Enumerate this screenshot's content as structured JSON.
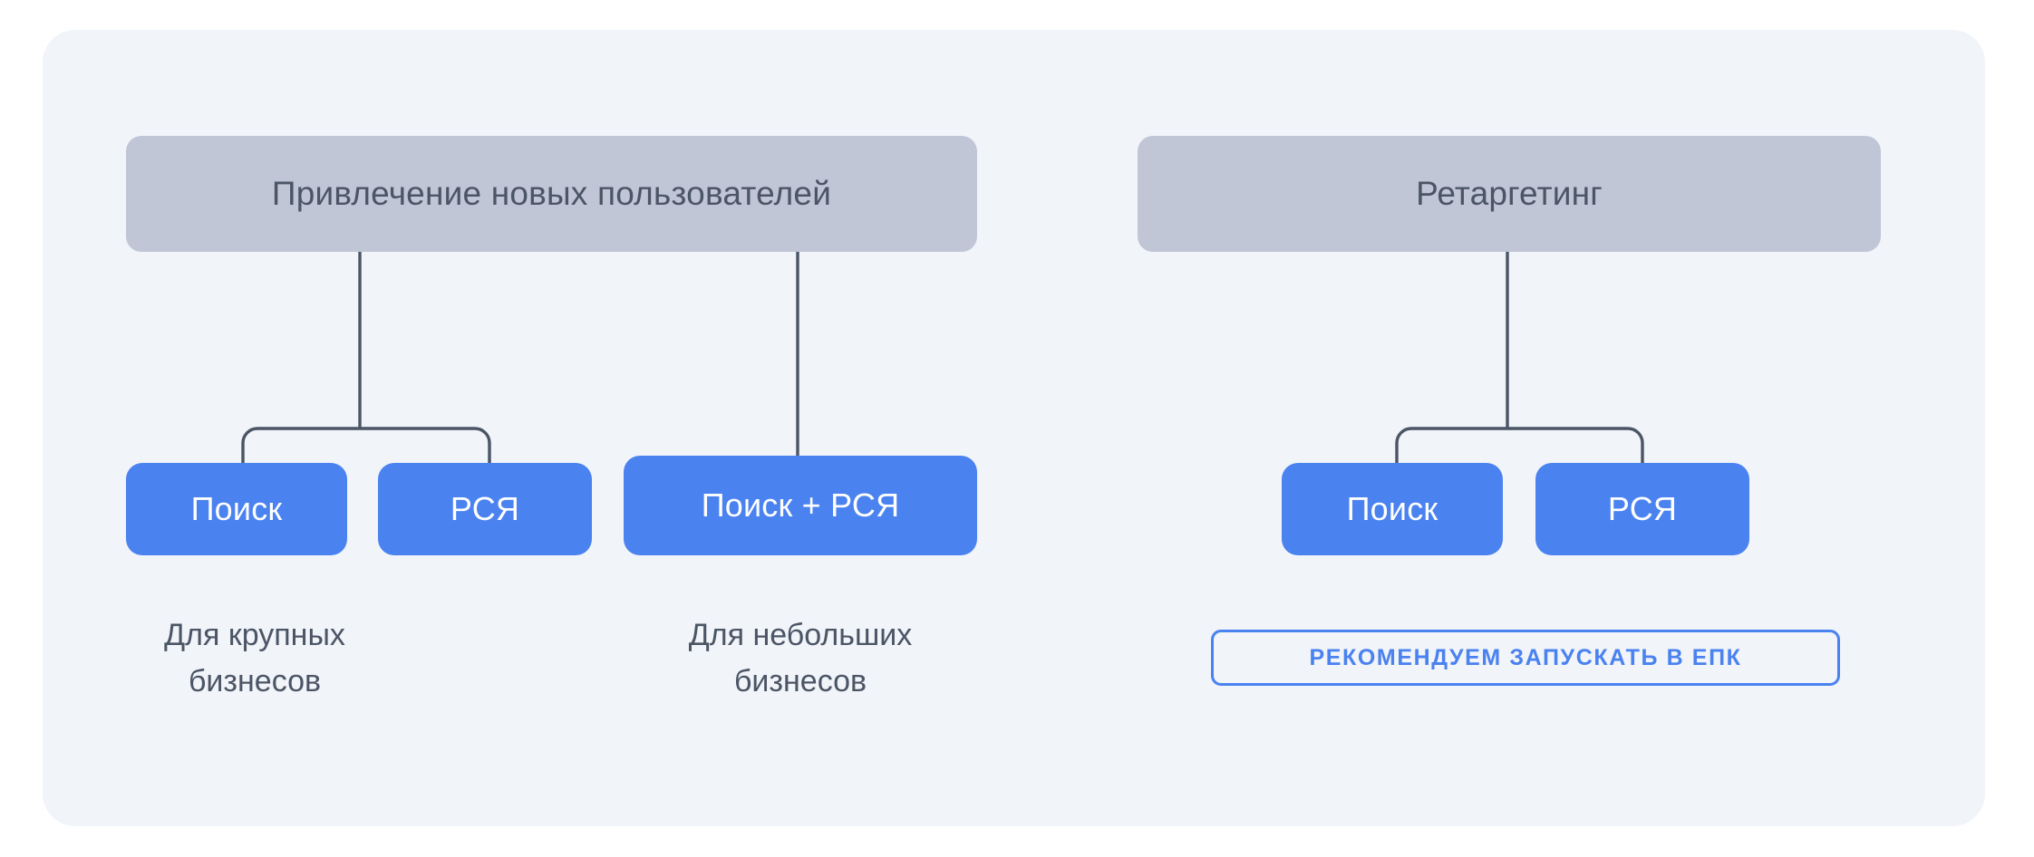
{
  "panel": {
    "background_color": "#f1f4f9"
  },
  "colors": {
    "panel_bg": "#f1f4f9",
    "group_header_bg": "#c0c6d6",
    "channel_bg": "#4a82f0",
    "text_dark": "#4b5565",
    "text_on_blue": "#ffffff",
    "accent_blue": "#4a82f0",
    "connector_line": "#4b5565"
  },
  "groups": [
    {
      "id": "acquisition",
      "header": "Привлечение новых пользователей",
      "branches": [
        {
          "id": "large-business",
          "channels": [
            "Поиск",
            "РСЯ"
          ],
          "caption": "Для крупных\nбизнесов"
        },
        {
          "id": "small-business",
          "channels": [
            "Поиск + РСЯ"
          ],
          "caption": "Для небольших\nбизнесов"
        }
      ]
    },
    {
      "id": "retargeting",
      "header": "Ретаргетинг",
      "branches": [
        {
          "id": "retargeting-channels",
          "channels": [
            "Поиск",
            "РСЯ"
          ],
          "caption": ""
        }
      ],
      "badge": "РЕКОМЕНДУЕМ ЗАПУСКАТЬ В ЕПК"
    }
  ],
  "boxes": {
    "acq_search": "Поиск",
    "acq_rsya": "РСЯ",
    "acq_combined": "Поиск + РСЯ",
    "ret_search": "Поиск",
    "ret_rsya": "РСЯ"
  },
  "captions": {
    "large_business": "Для крупных\nбизнесов",
    "small_business": "Для небольших\nбизнесов"
  },
  "badge": {
    "epk": "РЕКОМЕНДУЕМ ЗАПУСКАТЬ В ЕПК"
  }
}
